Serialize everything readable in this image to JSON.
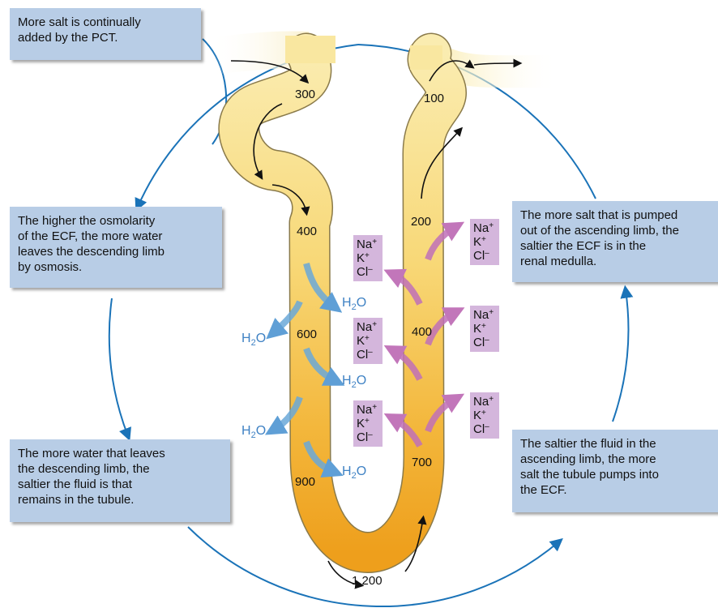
{
  "callouts": {
    "pct": "More salt is continually\nadded by the PCT.",
    "osmolarity": "The higher the osmolarity\nof the ECF, the more water\nleaves the descending limb\nby osmosis.",
    "water_leaves": "The more water that leaves\nthe descending limb, the\nsaltier the fluid is that\nremains in the tubule.",
    "salt_pumped": "The more salt that is pumped\nout of the ascending limb, the\nsaltier the ECF is in the\nrenal medulla.",
    "saltier_fluid": "The saltier the fluid in the\nascending limb, the more\nsalt the tubule pumps into\nthe ECF."
  },
  "osmolarity_labels": {
    "desc_300": "300",
    "desc_400": "400",
    "desc_600": "600",
    "desc_900": "900",
    "bottom_1200": "1,200",
    "asc_100": "100",
    "asc_200": "200",
    "asc_400": "400",
    "asc_700": "700"
  },
  "water": {
    "symbol": "H",
    "subscript": "2",
    "suffix": "O"
  },
  "ions": {
    "sodium": "Na",
    "potassium": "K",
    "plus": "+",
    "chloride": "Cl",
    "minus": "–"
  },
  "colors": {
    "callout_fill": "#b8cde6",
    "ion_fill": "#d4b6dc",
    "tubule_light": "#f9eaa6",
    "tubule_dark": "#f0a020",
    "water_arrow": "#6aa8d8",
    "ion_arrow": "#c070b8",
    "cycle_arrow": "#1a73b8"
  }
}
